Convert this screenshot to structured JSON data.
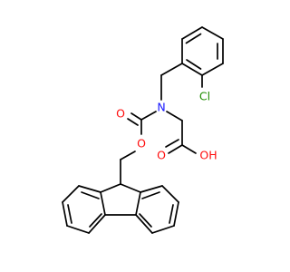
{
  "molecule": {
    "atoms": {
      "chlorine": "Cl",
      "nitrogen": "N",
      "carbonyl_oxygen": "O",
      "ester_oxygen": "O",
      "acid_oxygen": "O",
      "hydroxyl": "OH"
    },
    "colors": {
      "bond": "#000000",
      "chlorine": "#1f8c00",
      "nitrogen": "#1515ff",
      "oxygen": "#ff0d0d"
    }
  }
}
